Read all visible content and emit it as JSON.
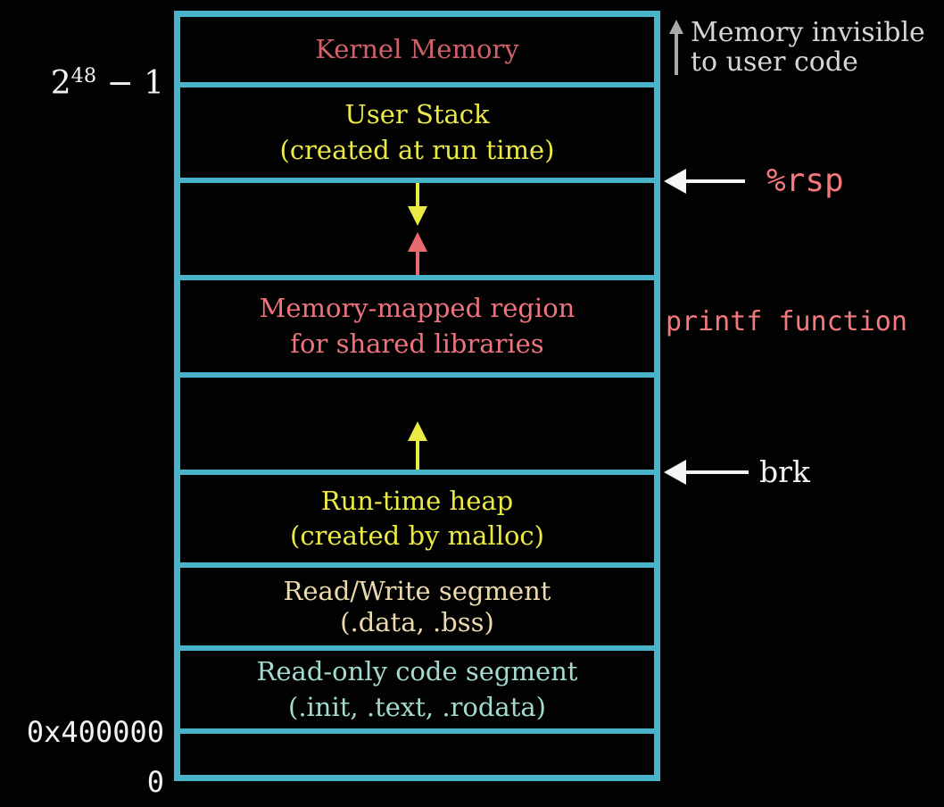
{
  "colors": {
    "background": "#020202",
    "box_border": "#49b4c9",
    "kernel_text": "#d0606a",
    "yellow_text": "#ecea45",
    "salmon_text": "#ee737c",
    "wheat_text": "#ecd9ad",
    "teal_text": "#a3dbd0",
    "white_text": "#f2f2f2",
    "gray_note_text": "#d6d6d6",
    "gray_arrow": "#a9a9a9",
    "mono_red_text": "#f5797c",
    "yellow_arrow": "#ecea45",
    "red_arrow": "#e76a6f",
    "white_arrow": "#f5f5f5"
  },
  "segments": {
    "kernel": {
      "line1": "Kernel Memory"
    },
    "user_stack": {
      "line1": "User Stack",
      "line2": "(created at run time)"
    },
    "mmap": {
      "line1": "Memory-mapped region",
      "line2": "for shared libraries"
    },
    "heap": {
      "line1": "Run-time heap",
      "line2": "(created by malloc)"
    },
    "rw": {
      "line1": "Read/Write segment",
      "line2": "(.data, .bss)"
    },
    "ro": {
      "line1": "Read-only code segment",
      "line2": "(.init, .text, .rodata)"
    }
  },
  "left_labels": {
    "top_address": {
      "base": "2",
      "exponent": "48",
      "suffix": " − 1"
    },
    "code_start_address": "0x400000",
    "zero_address": "0"
  },
  "right_annotations": {
    "invisible_note": {
      "line1": "Memory invisible",
      "line2": "to user code"
    },
    "rsp": "%rsp",
    "printf": "printf function",
    "brk": "brk"
  }
}
